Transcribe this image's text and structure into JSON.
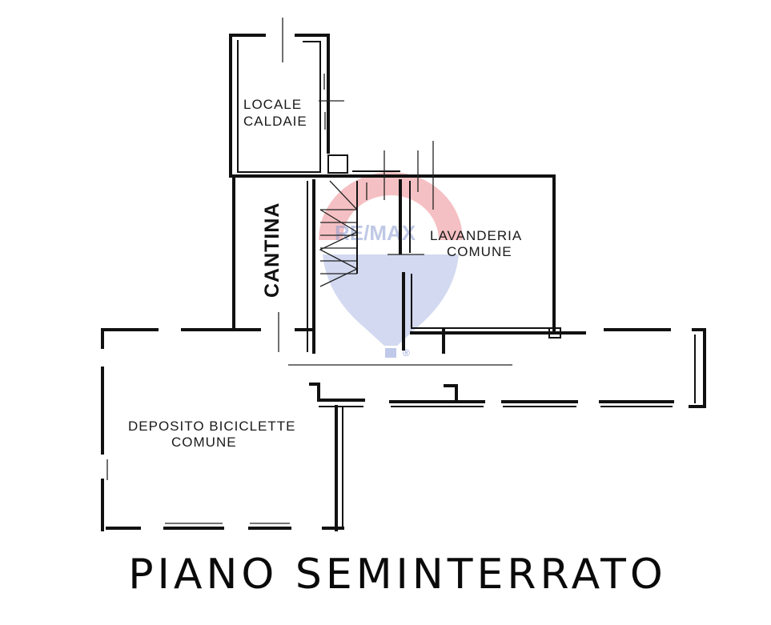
{
  "title": "PIANO SEMINTERRATO",
  "rooms": {
    "locale_caldaie": [
      "LOCALE",
      "CALDAIE"
    ],
    "cantina": "CANTINA",
    "lavanderia": [
      "LAVANDERIA",
      "COMUNE"
    ],
    "deposito": [
      "DEPOSITO BICICLETTE",
      "COMUNE"
    ]
  },
  "watermark": {
    "brand": "RE/MAX",
    "registered": "®",
    "colors": {
      "red": "#e8747a",
      "blue": "#7f93d4"
    }
  }
}
